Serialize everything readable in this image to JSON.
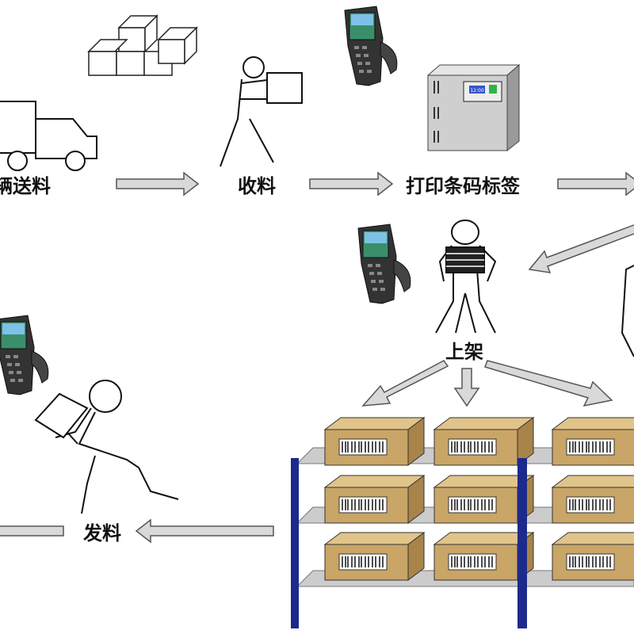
{
  "labels": {
    "delivery": "辆送料",
    "receive": "收料",
    "print_label": "打印条码标签",
    "shelve": "上架",
    "issue": "发料"
  },
  "printer_display": "12:00",
  "colors": {
    "shelf_post": "#1c2a8c",
    "box": "#c9a567",
    "arrow_fill": "#d9d9d9",
    "scanner_screen": "#2e8b57"
  }
}
